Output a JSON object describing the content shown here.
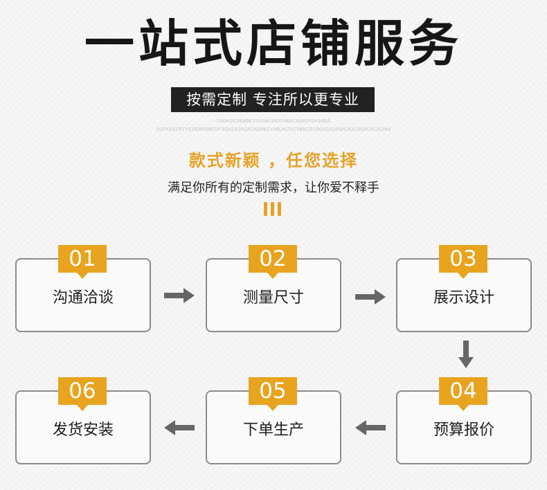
{
  "header": {
    "title": "一站式店铺服务",
    "subtitle": "按需定制 专注所以更专业",
    "fine_text_line1": "SDGKSDJKHDKJSFGHJAKSFHGVJADSFGHJHDA",
    "fine_text_line2": "SGFKEUIRTYIUERPQWEDFJGASDJKGHJKGHKCVHBJKZXCVBHJZSDGHJASDGHJKASDGHJKSGJKH",
    "tagline": "款式新颖 ，任您选择",
    "description": "满足你所有的定制需求，让你爱不释手"
  },
  "steps": [
    {
      "number": "01",
      "label": "沟通洽谈"
    },
    {
      "number": "02",
      "label": "测量尺寸"
    },
    {
      "number": "03",
      "label": "展示设计"
    },
    {
      "number": "04",
      "label": "预算报价"
    },
    {
      "number": "05",
      "label": "下单生产"
    },
    {
      "number": "06",
      "label": "发货安装"
    }
  ],
  "colors": {
    "accent": "#e8a41f",
    "arrow": "#666666",
    "dark": "#222222"
  }
}
